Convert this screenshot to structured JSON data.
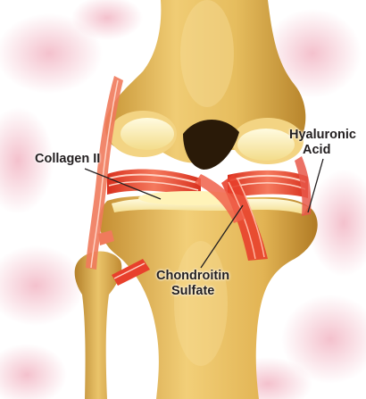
{
  "image": {
    "subject": "knee joint anatomy illustration",
    "palette": {
      "bone": "#e2b85a",
      "bone_shadow": "#b8862e",
      "cartilage": "#fff3b8",
      "ligament": "#e8402c",
      "ligament_light": "#f7a28c",
      "background_blot": "#f4c6d0",
      "cavity": "#2a1a08",
      "label_text": "#231f20"
    }
  },
  "labels": {
    "collagen": "Collagen II",
    "hyaluronic_line1": "Hyaluronic",
    "hyaluronic_line2": "Acid",
    "chondroitin_line1": "Chondroitin",
    "chondroitin_line2": "Sulfate"
  }
}
